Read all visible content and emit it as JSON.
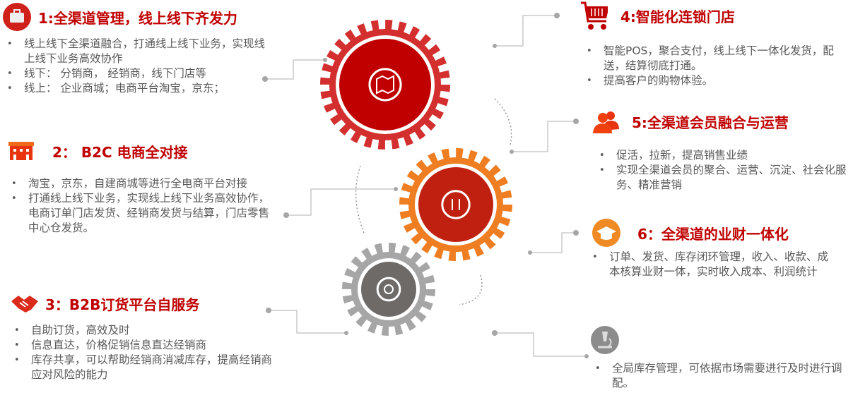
{
  "sections": [
    {
      "title": "1:全渠道管理，线上线下齐发力",
      "icon": "briefcase-icon",
      "items": [
        "线上线下全渠道融合，打通线上线下业务，实现线上线下业务高效协作",
        "线下： 分销商， 经销商，线下门店等",
        "线上： 企业商城；电商平台淘宝，京东；"
      ]
    },
    {
      "title": "2： B2C 电商全对接",
      "icon": "storefront-icon",
      "items": [
        "淘宝，京东，自建商城等进行全电商平台对接",
        "打通线上线下业务，实现线上线下业务高效协作，电商订单门店发货、经销商发货与结算，门店零售中心仓发货。"
      ]
    },
    {
      "title": "3：B2B订货平台自服务",
      "icon": "handshake-icon",
      "items": [
        "自助订货，高效及时",
        "信息直达，价格促销信息直达经销商",
        "库存共享，可以帮助经销商消减库存，提高经销商应对风险的能力"
      ]
    },
    {
      "title": "4:智能化连锁门店",
      "icon": "shopping-cart-icon",
      "items": [
        "智能POS，聚合支付，线上线下一体化发货，配送，结算彻底打通。",
        "提高客户的购物体验。"
      ]
    },
    {
      "title": "5:全渠道会员融合与运营",
      "icon": "users-icon",
      "items": [
        "促活，拉新，提高销售业绩",
        "实现全渠道会员的聚合、运营、沉淀、社会化服务、精准营销"
      ]
    },
    {
      "title": "6：全渠道的业财一体化",
      "icon": "graduation-cap-icon",
      "items": [
        "订单、发货、库存闭环管理，收入、收款、成本核算业财一体，实时收入成本、利润统计"
      ]
    },
    {
      "title": "",
      "icon": "microscope-icon",
      "items": [
        "全局库存管理，可依据市场需要进行及时进行调配。"
      ]
    }
  ],
  "colors": {
    "red": "#c00000",
    "gear_red": "#d42f2f",
    "gear_orange": "#ef7d22",
    "gear_gray": "#a6a6a6"
  }
}
